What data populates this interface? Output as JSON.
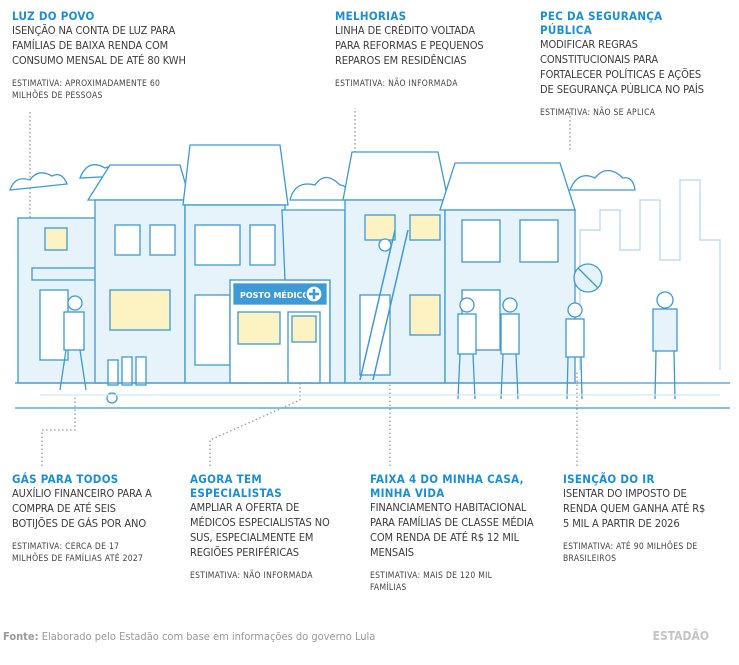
{
  "items": [
    {
      "title": "LUZ DO POVO",
      "desc": "ISENÇÃO NA CONTA DE LUZ PARA FAMÍLIAS DE BAIXA RENDA COM CONSUMO MENSAL DE ATÉ 80 KWH",
      "estimate": "ESTIMATIVA: APROXIMADAMENTE 60 MILHÕES DE PESSOAS"
    },
    {
      "title": "MELHORIAS",
      "desc": "LINHA DE CRÉDITO VOLTADA PARA REFORMAS E PEQUENOS REPAROS EM RESIDÊNCIAS",
      "estimate": "ESTIMATIVA: NÃO INFORMADA"
    },
    {
      "title": "PEC DA SEGURANÇA PÚBLICA",
      "desc": "MODIFICAR REGRAS CONSTITUCIONAIS PARA FORTALECER POLÍTICAS E AÇÕES DE SEGURANÇA PÚBLICA NO PAÍS",
      "estimate": "ESTIMATIVA: NÃO SE APLICA"
    },
    {
      "title": "GÁS PARA TODOS",
      "desc": "AUXÍLIO FINANCEIRO PARA A COMPRA DE ATÉ SEIS BOTIJÕES DE GÁS POR ANO",
      "estimate": "ESTIMATIVA: CERCA DE 17 MILHÕES DE FAMÍLIAS ATÉ 2027"
    },
    {
      "title": "AGORA TEM ESPECIALISTAS",
      "desc": "AMPLIAR A OFERTA DE MÉDICOS ESPECIALISTAS NO SUS, ESPECIALMENTE EM REGIÕES PERIFÉRICAS",
      "estimate": "ESTIMATIVA: NÃO INFORMADA"
    },
    {
      "title": "FAIXA 4 DO MINHA CASA, MINHA VIDA",
      "desc": "FINANCIAMENTO HABITACIONAL PARA FAMÍLIAS DE CLASSE MÉDIA COM RENDA DE ATÉ R$ 12 MIL MENSAIS",
      "estimate": "ESTIMATIVA: MAIS DE 120 MIL FAMÍLIAS"
    },
    {
      "title": "ISENÇÃO DO IR",
      "desc": "ISENTAR DO IMPOSTO DE RENDA QUEM GANHA ATÉ R$ 5 MIL A PARTIR DE 2026",
      "estimate": "ESTIMATIVA: ATÉ 90 MILHÕES DE BRASILEIROS"
    }
  ],
  "illustration": {
    "clinic_sign": "POSTO MÉDICO"
  },
  "footer": {
    "label": "Fonte:",
    "text": "Elaborado pelo Estadão com base em informações do governo Lula",
    "logo": "ESTADÃO"
  },
  "colors": {
    "accent": "#1b8fd6",
    "line": "#3d9ad6",
    "fill": "#e6f3fb",
    "window": "#fdf3c2"
  }
}
